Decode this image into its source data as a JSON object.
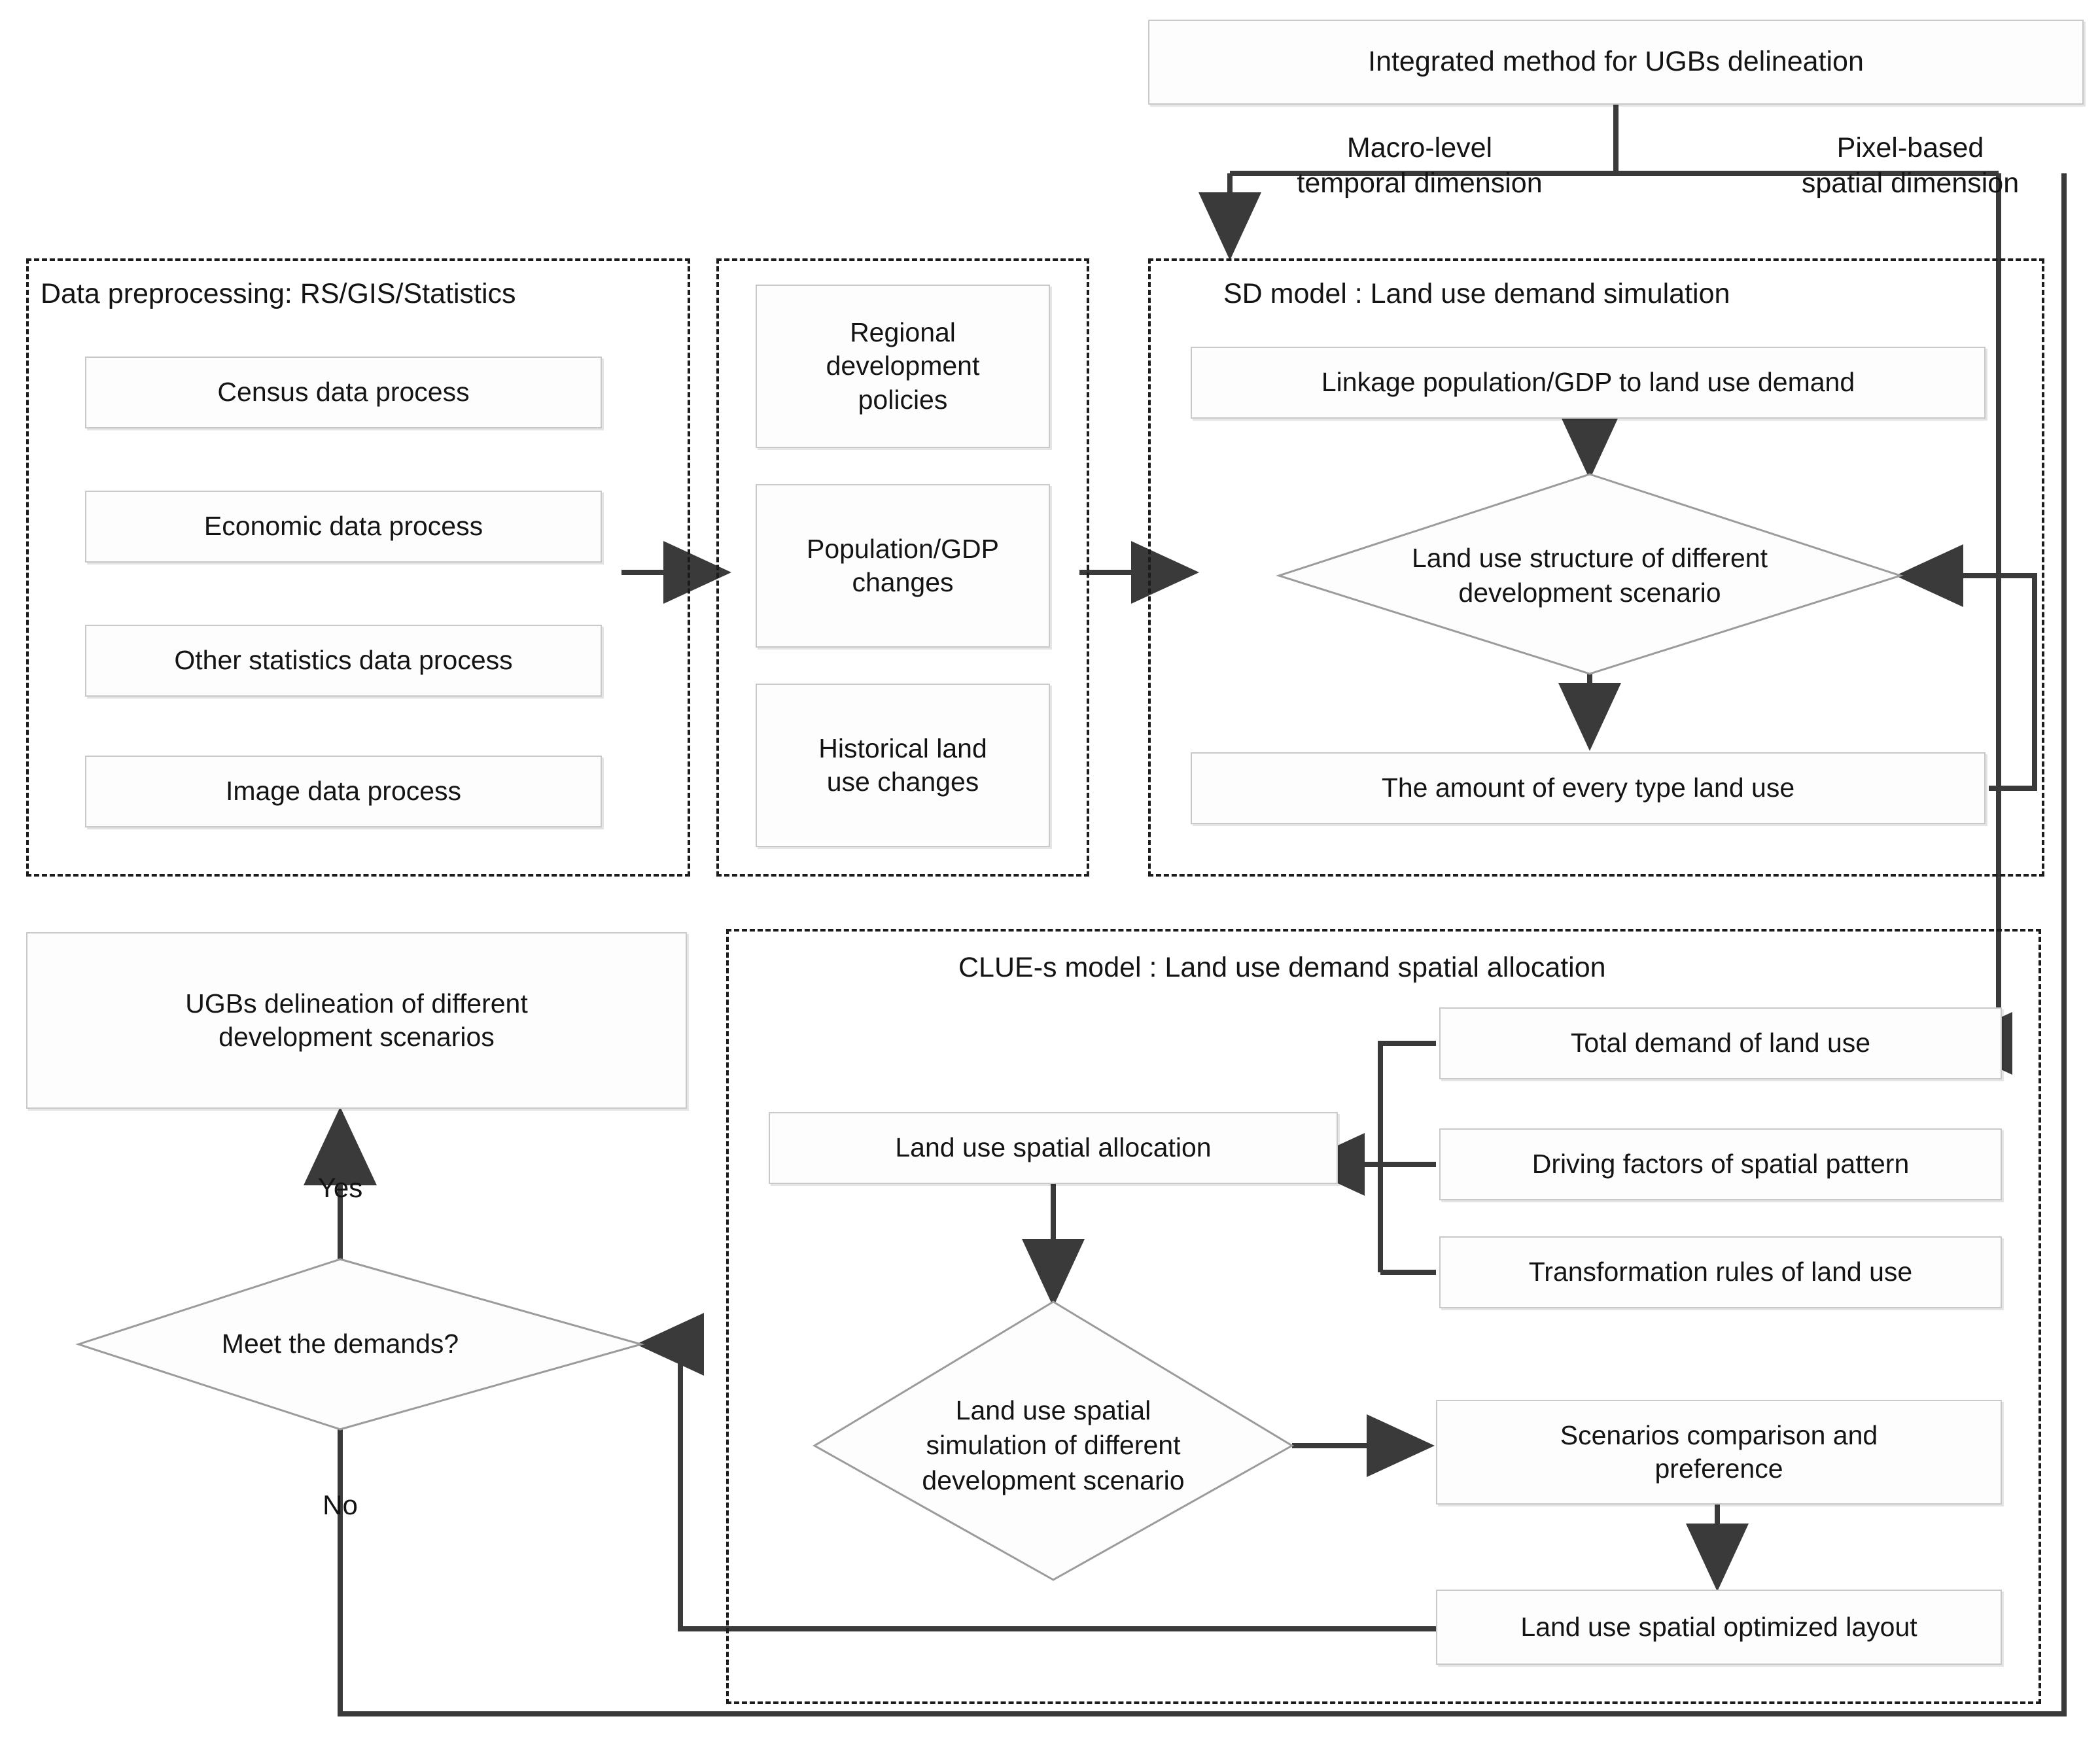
{
  "figure": {
    "type": "flowchart",
    "title": "Integrated method for UGBs delineation"
  },
  "top": {
    "title_box": "Integrated method for UGBs delineation",
    "branch_left": "Macro-level\ntemporal dimension",
    "branch_right": "Pixel-based\nspatial dimension"
  },
  "groups": {
    "preprocessing": {
      "title": "Data preprocessing: RS/GIS/Statistics",
      "items": [
        {
          "label": "Census data process"
        },
        {
          "label": "Economic data process"
        },
        {
          "label": "Other statistics data process"
        },
        {
          "label": "Image data process"
        }
      ]
    },
    "drivers": {
      "title": "",
      "items": [
        {
          "label": "Regional\ndevelopment\npolicies"
        },
        {
          "label": "Population/GDP\nchanges"
        },
        {
          "label": "Historical land\nuse changes"
        }
      ]
    },
    "sd_model": {
      "title": "SD model : Land use demand simulation",
      "top_box": "Linkage population/GDP to land use demand",
      "decision": "Land use structure of different\ndevelopment scenario",
      "bottom_box": "The amount of every type land use"
    },
    "clue_model": {
      "title": "CLUE-s model : Land use demand spatial allocation",
      "inputs": [
        {
          "label": "Total demand of land use"
        },
        {
          "label": "Driving factors of spatial pattern"
        },
        {
          "label": "Transformation rules of land use"
        }
      ],
      "allocation_box": "Land use spatial allocation",
      "decision": "Land use spatial\nsimulation of different\ndevelopment scenario",
      "comparison_box": "Scenarios comparison and\npreference",
      "optimized_box": "Land use spatial optimized layout"
    }
  },
  "output": {
    "result_box": "UGBs delineation of different\ndevelopment scenarios",
    "decision": "Meet the demands?",
    "yes_label": "Yes",
    "no_label": "No"
  },
  "colors": {
    "stroke": "#333333",
    "box_border": "#c9c9c9",
    "group_border": "#1c1c1c",
    "text": "#141414",
    "background": "#ffffff"
  }
}
